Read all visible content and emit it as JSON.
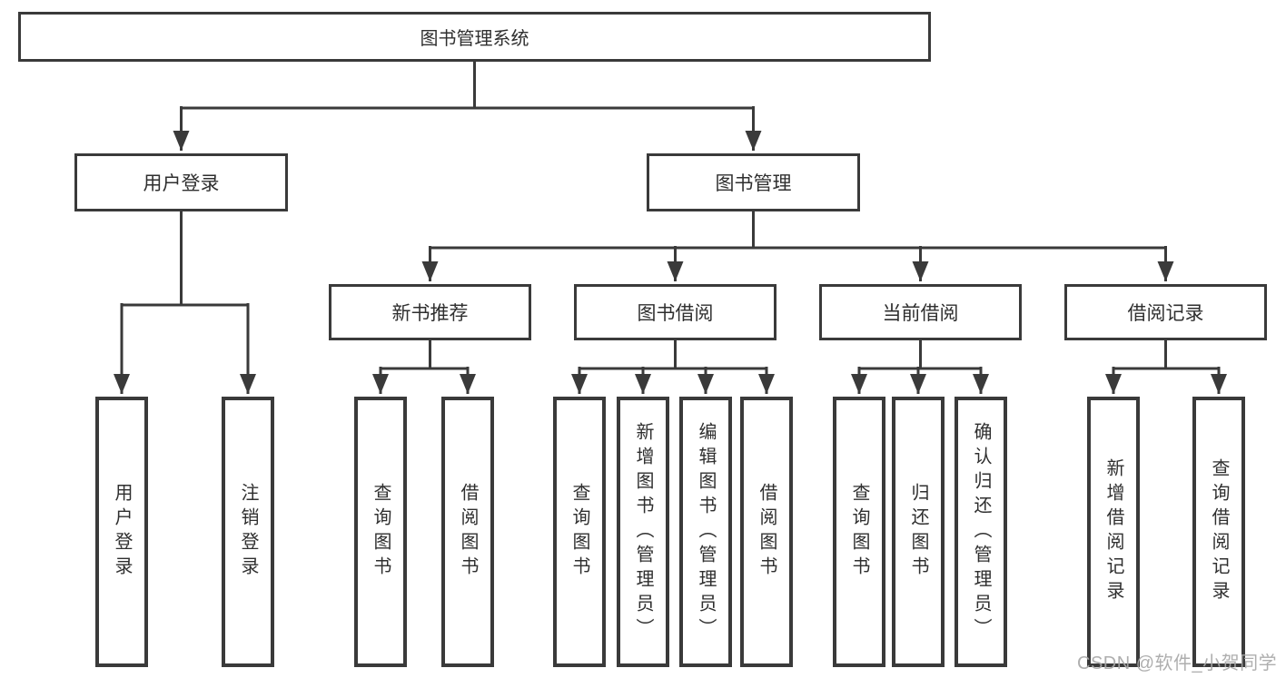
{
  "root": {
    "label": "图书管理系统"
  },
  "level2": [
    {
      "label": "用户登录"
    },
    {
      "label": "图书管理"
    }
  ],
  "level3": [
    {
      "label": "新书推荐"
    },
    {
      "label": "图书借阅"
    },
    {
      "label": "当前借阅"
    },
    {
      "label": "借阅记录"
    }
  ],
  "leaves": {
    "login": [
      "用户登录",
      "注销登录"
    ],
    "recommend": [
      "查询图书",
      "借阅图书"
    ],
    "borrow": [
      "查询图书",
      "新增图书（管理员）",
      "编辑图书（管理员）",
      "借阅图书"
    ],
    "current": [
      "查询图书",
      "归还图书",
      "确认归还（管理员）"
    ],
    "records": [
      "新增借阅记录",
      "查询借阅记录"
    ]
  },
  "watermark": "CSDN @软件_小贺同学",
  "colors": {
    "line": "#3a3a3a",
    "text": "#2f2f2f",
    "watermark": "#a8a8a8",
    "background": "#ffffff"
  }
}
